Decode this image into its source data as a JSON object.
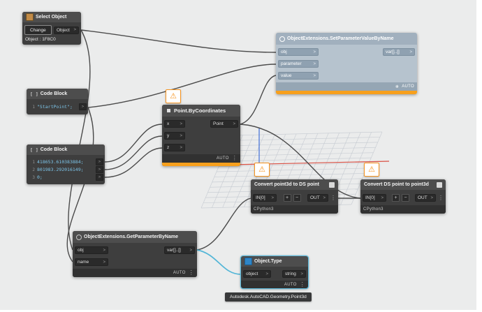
{
  "icons": {
    "chevron": ">",
    "menu": "⋮",
    "warning": "⚠",
    "snowflake": "❄",
    "code_block": "[ ]"
  },
  "colors": {
    "canvas_bg": "#ebecec",
    "warning_accent": "#f7a01d",
    "wire": "#4b4b4b",
    "wire_selected": "#53b6d7",
    "frozen_node": "#b2bfcb",
    "axis_x_red": "#d94f43",
    "axis_z_blue": "#3f6fd8"
  },
  "nodes": {
    "select_object": {
      "title": "Select Object",
      "change_button": "Change",
      "output": "Object",
      "value": "Object : 1F8C0"
    },
    "code_block_1": {
      "title": "Code Block",
      "lines": [
        {
          "n": "1",
          "code": "\"StartPoint\";"
        }
      ]
    },
    "code_block_2": {
      "title": "Code Block",
      "lines": [
        {
          "n": "1",
          "code": "418653.610383884;"
        },
        {
          "n": "2",
          "code": "801983.292016149;"
        },
        {
          "n": "3",
          "code": "0;"
        }
      ]
    },
    "point_by_coordinates": {
      "title": "Point.ByCoordinates",
      "inputs": {
        "x": "x",
        "y": "y",
        "z": "z"
      },
      "output": "Point",
      "lacing": "AUTO"
    },
    "set_parameter_value_by_name": {
      "title": "ObjectExtensions.SetParameterValueByName",
      "inputs": {
        "obj": "obj",
        "parameter": "parameter",
        "value": "value"
      },
      "output": "var[]..[]",
      "lacing": "AUTO"
    },
    "convert_point3d_to_ds": {
      "title": "Convert point3d to DS point",
      "input": "IN[0]",
      "output": "OUT",
      "engine": "CPython3",
      "add": "+",
      "remove": "−"
    },
    "convert_ds_to_point3d": {
      "title": "Convert DS point to point3d",
      "input": "IN[0]",
      "output": "OUT",
      "engine": "CPython3",
      "add": "+",
      "remove": "−"
    },
    "get_parameter_by_name": {
      "title": "ObjectExtensions.GetParameterByName",
      "inputs": {
        "obj": "obj",
        "name": "name"
      },
      "output": "var[]..[]",
      "lacing": "AUTO"
    },
    "object_type": {
      "title": "Object.Type",
      "input": "object",
      "output": "string",
      "lacing": "AUTO"
    }
  },
  "preview_bubble": {
    "text": "Autodesk.AutoCAD.Geometry.Point3d"
  }
}
